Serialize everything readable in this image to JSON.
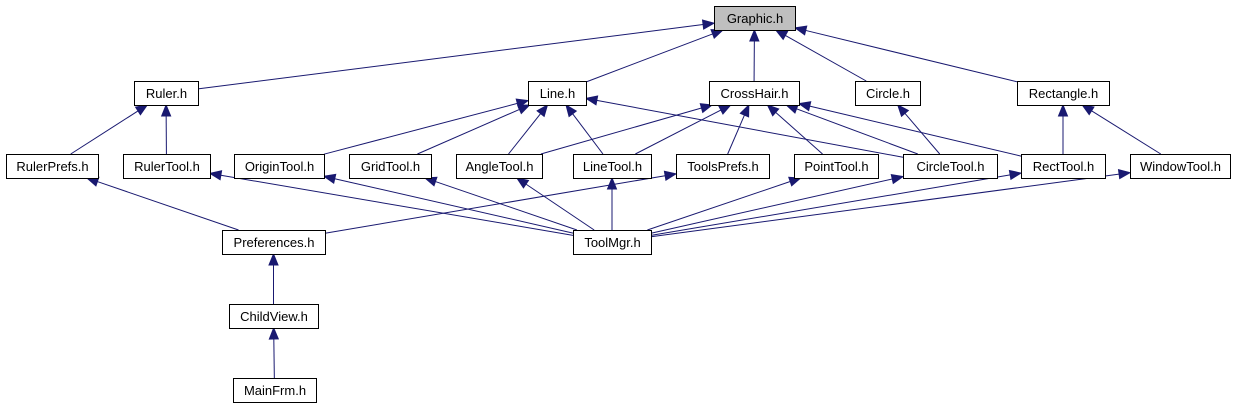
{
  "diagram": {
    "nodes": [
      {
        "id": "graphic",
        "label": "Graphic.h",
        "root": true
      },
      {
        "id": "ruler",
        "label": "Ruler.h"
      },
      {
        "id": "line",
        "label": "Line.h"
      },
      {
        "id": "crosshair",
        "label": "CrossHair.h"
      },
      {
        "id": "circle",
        "label": "Circle.h"
      },
      {
        "id": "rectangle",
        "label": "Rectangle.h"
      },
      {
        "id": "rulerprefs",
        "label": "RulerPrefs.h"
      },
      {
        "id": "rulertool",
        "label": "RulerTool.h"
      },
      {
        "id": "origintool",
        "label": "OriginTool.h"
      },
      {
        "id": "gridtool",
        "label": "GridTool.h"
      },
      {
        "id": "angletool",
        "label": "AngleTool.h"
      },
      {
        "id": "linetool",
        "label": "LineTool.h"
      },
      {
        "id": "toolsprefs",
        "label": "ToolsPrefs.h"
      },
      {
        "id": "pointtool",
        "label": "PointTool.h"
      },
      {
        "id": "circletool",
        "label": "CircleTool.h"
      },
      {
        "id": "recttool",
        "label": "RectTool.h"
      },
      {
        "id": "windowtool",
        "label": "WindowTool.h"
      },
      {
        "id": "preferences",
        "label": "Preferences.h"
      },
      {
        "id": "toolmgr",
        "label": "ToolMgr.h"
      },
      {
        "id": "childview",
        "label": "ChildView.h"
      },
      {
        "id": "mainfrm",
        "label": "MainFrm.h"
      }
    ],
    "edges": [
      {
        "from": "ruler",
        "to": "graphic"
      },
      {
        "from": "line",
        "to": "graphic"
      },
      {
        "from": "crosshair",
        "to": "graphic"
      },
      {
        "from": "circle",
        "to": "graphic"
      },
      {
        "from": "rectangle",
        "to": "graphic"
      },
      {
        "from": "rulerprefs",
        "to": "ruler"
      },
      {
        "from": "rulertool",
        "to": "ruler"
      },
      {
        "from": "origintool",
        "to": "line"
      },
      {
        "from": "gridtool",
        "to": "line"
      },
      {
        "from": "angletool",
        "to": "line"
      },
      {
        "from": "linetool",
        "to": "line"
      },
      {
        "from": "circletool",
        "to": "line"
      },
      {
        "from": "angletool",
        "to": "crosshair"
      },
      {
        "from": "linetool",
        "to": "crosshair"
      },
      {
        "from": "toolsprefs",
        "to": "crosshair"
      },
      {
        "from": "pointtool",
        "to": "crosshair"
      },
      {
        "from": "circletool",
        "to": "crosshair"
      },
      {
        "from": "recttool",
        "to": "crosshair"
      },
      {
        "from": "circletool",
        "to": "circle"
      },
      {
        "from": "recttool",
        "to": "rectangle"
      },
      {
        "from": "windowtool",
        "to": "rectangle"
      },
      {
        "from": "preferences",
        "to": "rulerprefs"
      },
      {
        "from": "preferences",
        "to": "toolsprefs"
      },
      {
        "from": "toolmgr",
        "to": "rulertool"
      },
      {
        "from": "toolmgr",
        "to": "origintool"
      },
      {
        "from": "toolmgr",
        "to": "gridtool"
      },
      {
        "from": "toolmgr",
        "to": "angletool"
      },
      {
        "from": "toolmgr",
        "to": "linetool"
      },
      {
        "from": "toolmgr",
        "to": "pointtool"
      },
      {
        "from": "toolmgr",
        "to": "circletool"
      },
      {
        "from": "toolmgr",
        "to": "recttool"
      },
      {
        "from": "toolmgr",
        "to": "windowtool"
      },
      {
        "from": "childview",
        "to": "preferences"
      },
      {
        "from": "mainfrm",
        "to": "childview"
      }
    ]
  }
}
